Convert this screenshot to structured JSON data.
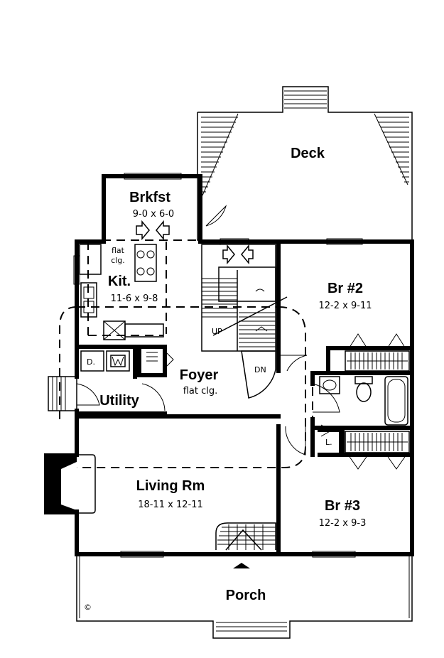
{
  "rooms": {
    "deck": {
      "name": "Deck"
    },
    "brkfst": {
      "name": "Brkfst",
      "dims": "9-0 x 6-0"
    },
    "kitchen": {
      "name": "Kit.",
      "dims": "11-6 x 9-8",
      "note_line1": "flat",
      "note_line2": "clg."
    },
    "br2": {
      "name": "Br #2",
      "dims": "12-2 x 9-11"
    },
    "foyer": {
      "name": "Foyer",
      "dims": "flat clg."
    },
    "utility": {
      "name": "Utility"
    },
    "living": {
      "name": "Living Rm",
      "dims": "18-11 x 12-11"
    },
    "br3": {
      "name": "Br #3",
      "dims": "12-2 x 9-3"
    },
    "porch": {
      "name": "Porch"
    }
  },
  "labels": {
    "up": "UP",
    "dn": "DN",
    "dryer": "D.",
    "linen": "L.",
    "copyright": "©"
  }
}
